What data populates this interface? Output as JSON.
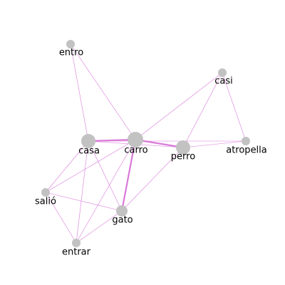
{
  "graph": {
    "node_color": "#c2c2c2",
    "edge_color": "#d97ad9",
    "nodes": [
      {
        "id": "entro",
        "label": "entro",
        "size": 1
      },
      {
        "id": "casi",
        "label": "casi",
        "size": 1
      },
      {
        "id": "casa",
        "label": "casa",
        "size": 3
      },
      {
        "id": "carro",
        "label": "carro",
        "size": 4
      },
      {
        "id": "perro",
        "label": "perro",
        "size": 3
      },
      {
        "id": "atropella",
        "label": "atropella",
        "size": 1
      },
      {
        "id": "salio",
        "label": "salió",
        "size": 1
      },
      {
        "id": "gato",
        "label": "gato",
        "size": 2
      },
      {
        "id": "entrar",
        "label": "entrar",
        "size": 1
      }
    ],
    "edges": [
      {
        "source": "entro",
        "target": "casa",
        "weight": 1
      },
      {
        "source": "entro",
        "target": "carro",
        "weight": 1
      },
      {
        "source": "casi",
        "target": "carro",
        "weight": 1
      },
      {
        "source": "casi",
        "target": "perro",
        "weight": 1
      },
      {
        "source": "casi",
        "target": "atropella",
        "weight": 1
      },
      {
        "source": "casa",
        "target": "carro",
        "weight": 3
      },
      {
        "source": "casa",
        "target": "perro",
        "weight": 1
      },
      {
        "source": "casa",
        "target": "atropella",
        "weight": 1
      },
      {
        "source": "casa",
        "target": "salio",
        "weight": 1
      },
      {
        "source": "casa",
        "target": "gato",
        "weight": 1
      },
      {
        "source": "casa",
        "target": "entrar",
        "weight": 1
      },
      {
        "source": "carro",
        "target": "perro",
        "weight": 3
      },
      {
        "source": "carro",
        "target": "gato",
        "weight": 3
      },
      {
        "source": "carro",
        "target": "salio",
        "weight": 1
      },
      {
        "source": "carro",
        "target": "entrar",
        "weight": 1
      },
      {
        "source": "perro",
        "target": "atropella",
        "weight": 1
      },
      {
        "source": "perro",
        "target": "gato",
        "weight": 1
      },
      {
        "source": "salio",
        "target": "gato",
        "weight": 1
      },
      {
        "source": "salio",
        "target": "entrar",
        "weight": 1
      },
      {
        "source": "gato",
        "target": "entrar",
        "weight": 1
      }
    ]
  }
}
